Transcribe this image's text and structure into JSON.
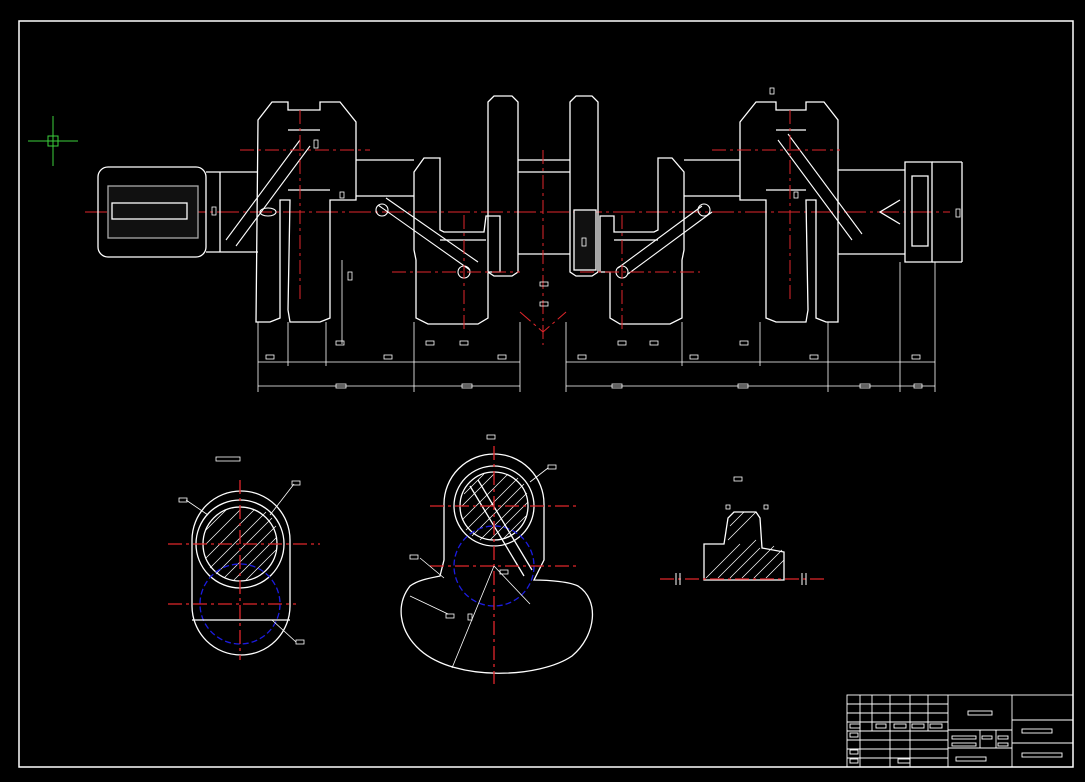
{
  "app": {
    "background": "#000000"
  },
  "colors": {
    "outline": "#FFFFFF",
    "centerline": "#E0262B",
    "hidden": "#1C1CE0",
    "cursor": "#3BD13B"
  },
  "drawing": {
    "main_view": "crankshaft-front-view",
    "section_left": "journal-cross-section",
    "section_center": "crank-web-section",
    "detail": "fillet-detail"
  },
  "title_block": {
    "rows": 8,
    "columns": 4
  },
  "cursor": {
    "icon": "crosshair-cursor-icon"
  }
}
